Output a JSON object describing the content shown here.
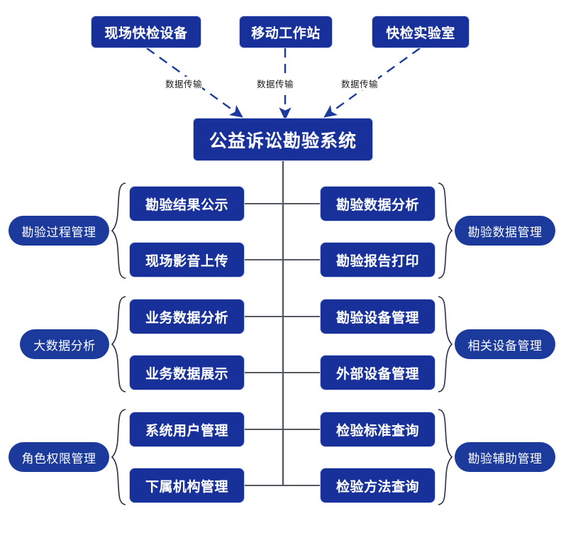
{
  "diagram": {
    "title_node": {
      "label": "公益诉讼勘验系统"
    },
    "sources": [
      {
        "label": "现场快检设备",
        "edge_label": "数据传输"
      },
      {
        "label": "移动工作站",
        "edge_label": "数据传输"
      },
      {
        "label": "快检实验室",
        "edge_label": "数据传输"
      }
    ],
    "groups_left": [
      {
        "label": "勘验过程管理",
        "items": [
          {
            "label": "勘验结果公示"
          },
          {
            "label": "现场影音上传"
          }
        ]
      },
      {
        "label": "大数据分析",
        "items": [
          {
            "label": "业务数据分析"
          },
          {
            "label": "业务数据展示"
          }
        ]
      },
      {
        "label": "角色权限管理",
        "items": [
          {
            "label": "系统用户管理"
          },
          {
            "label": "下属机构管理"
          }
        ]
      }
    ],
    "groups_right": [
      {
        "label": "勘验数据管理",
        "items": [
          {
            "label": "勘验数据分析"
          },
          {
            "label": "勘验报告打印"
          }
        ]
      },
      {
        "label": "相关设备管理",
        "items": [
          {
            "label": "勘验设备管理"
          },
          {
            "label": "外部设备管理"
          }
        ]
      },
      {
        "label": "勘验辅助管理",
        "items": [
          {
            "label": "检验标准查询"
          },
          {
            "label": "检验方法查询"
          }
        ]
      }
    ],
    "colors": {
      "node_fill": "#17309a",
      "pill_fill": "#1b3a9c",
      "node_text": "#ffffff",
      "connector": "#555a60",
      "dashed_edge": "#1b3a9c",
      "brace": "#2a2f45",
      "background": "#ffffff"
    }
  }
}
